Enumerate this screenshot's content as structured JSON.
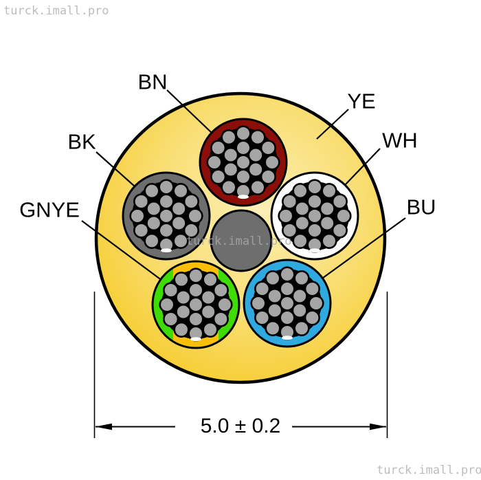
{
  "watermark": {
    "text": "turck.imall.pro"
  },
  "diagram": {
    "jacket": {
      "label": "YE",
      "color_inner": "#FCEFB6",
      "color_mid": "#F9DE74",
      "color_outer": "#F5C30C"
    },
    "filler_color": "#6E6E6E",
    "strand_color": "#A5A5A5",
    "outline_color": "#000000",
    "conductors": {
      "bn": {
        "label": "BN",
        "fill": "#8B0F08"
      },
      "bk": {
        "label": "BK",
        "fill": "#6E6E6E"
      },
      "wh": {
        "label": "WH",
        "fill": "#FFFFFF"
      },
      "gnye": {
        "label": "GNYE",
        "fill": "#3EDC04",
        "stripe": "#FCBF07"
      },
      "bu": {
        "label": "BU",
        "fill": "#2FAAE1"
      }
    },
    "dimension_label": "5.0 ± 0.2"
  }
}
